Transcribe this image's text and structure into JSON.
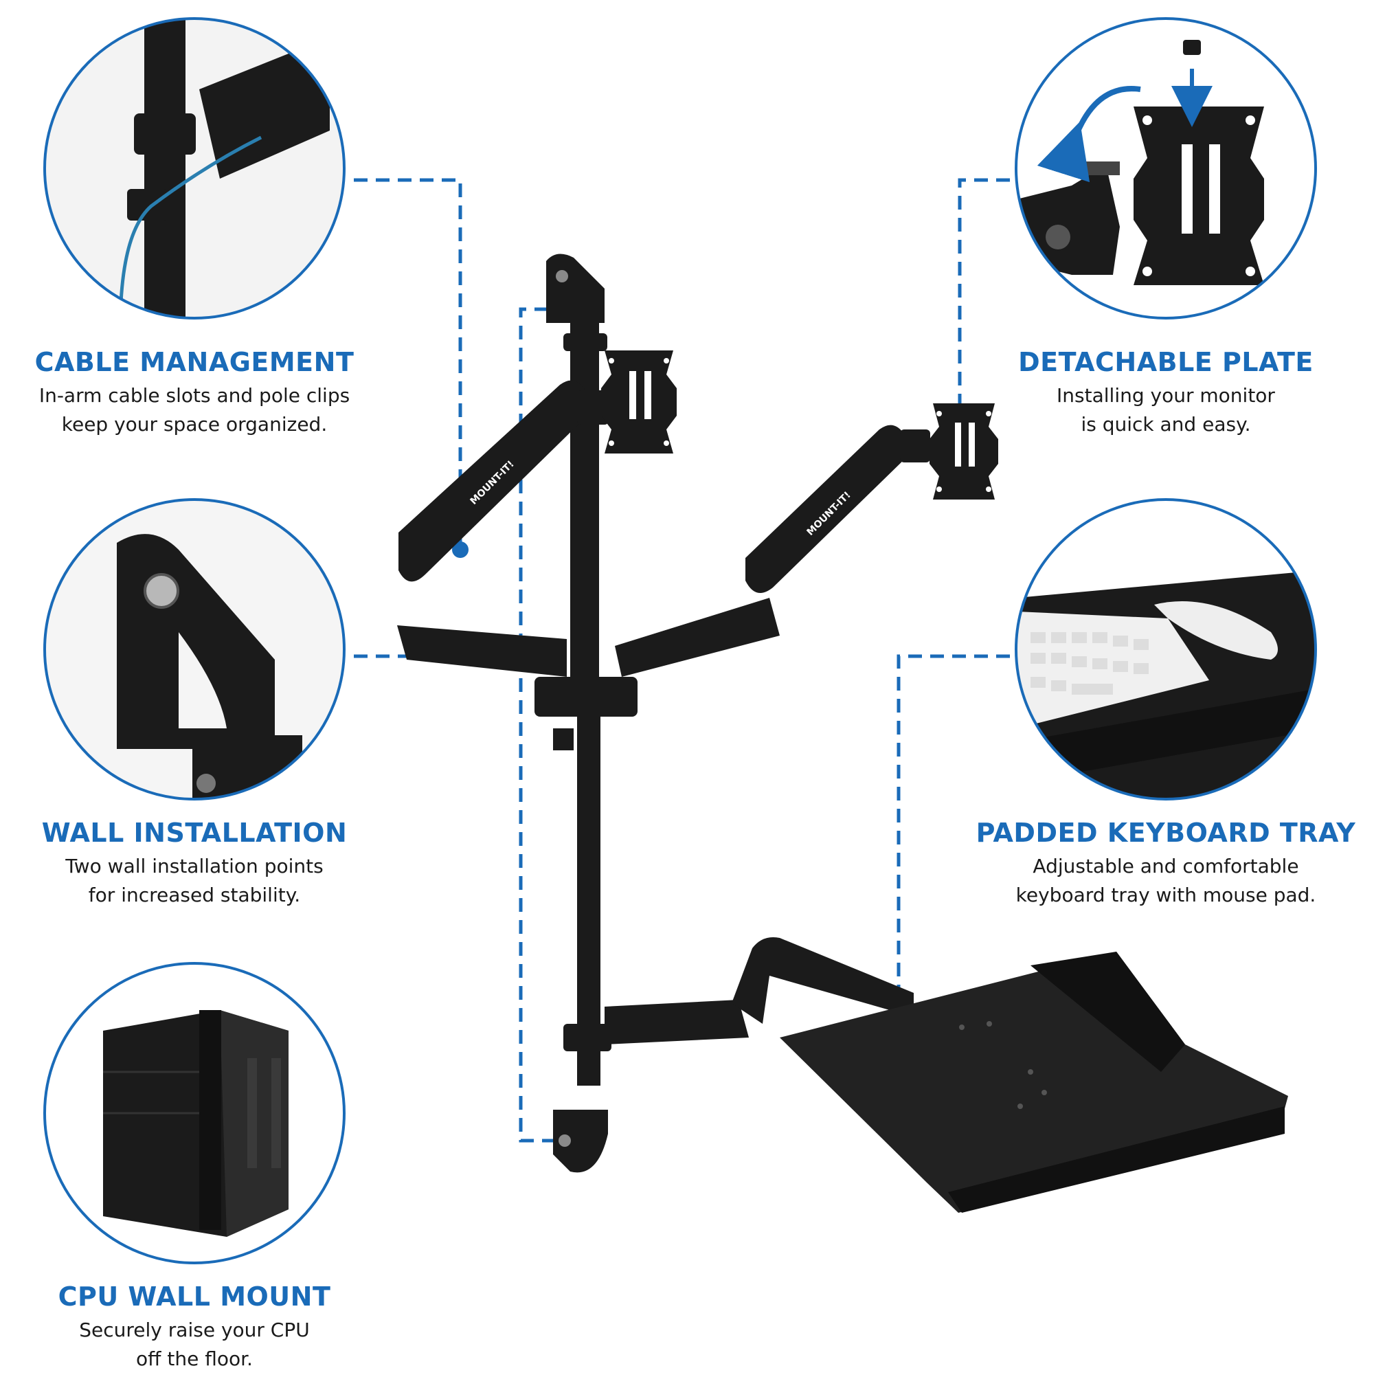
{
  "colors": {
    "accent": "#1a6bb8",
    "mount_black": "#1b1b1b",
    "body_text": "#1a1a1a"
  },
  "features": {
    "cable_management": {
      "title": "CABLE MANAGEMENT",
      "line1": "In-arm cable slots and pole clips",
      "line2": "keep your space organized."
    },
    "wall_installation": {
      "title": "WALL INSTALLATION",
      "line1": "Two wall installation points",
      "line2": "for increased stability."
    },
    "cpu_wall_mount": {
      "title": "CPU WALL MOUNT",
      "line1": "Securely raise your CPU",
      "line2": "off the floor."
    },
    "detachable_plate": {
      "title": "DETACHABLE PLATE",
      "line1": "Installing your monitor",
      "line2": "is quick and easy."
    },
    "padded_keyboard_tray": {
      "title": "PADDED KEYBOARD TRAY",
      "line1": "Adjustable and comfortable",
      "line2": "keyboard tray with mouse pad."
    }
  },
  "product": {
    "arm_brand_left": "MOUNT-IT!",
    "arm_brand_right": "MOUNT-IT!"
  },
  "icons": [
    "cable-clip-icon",
    "wall-bracket-icon",
    "cpu-holder-icon",
    "vesa-plate-icon",
    "keyboard-tray-icon"
  ]
}
